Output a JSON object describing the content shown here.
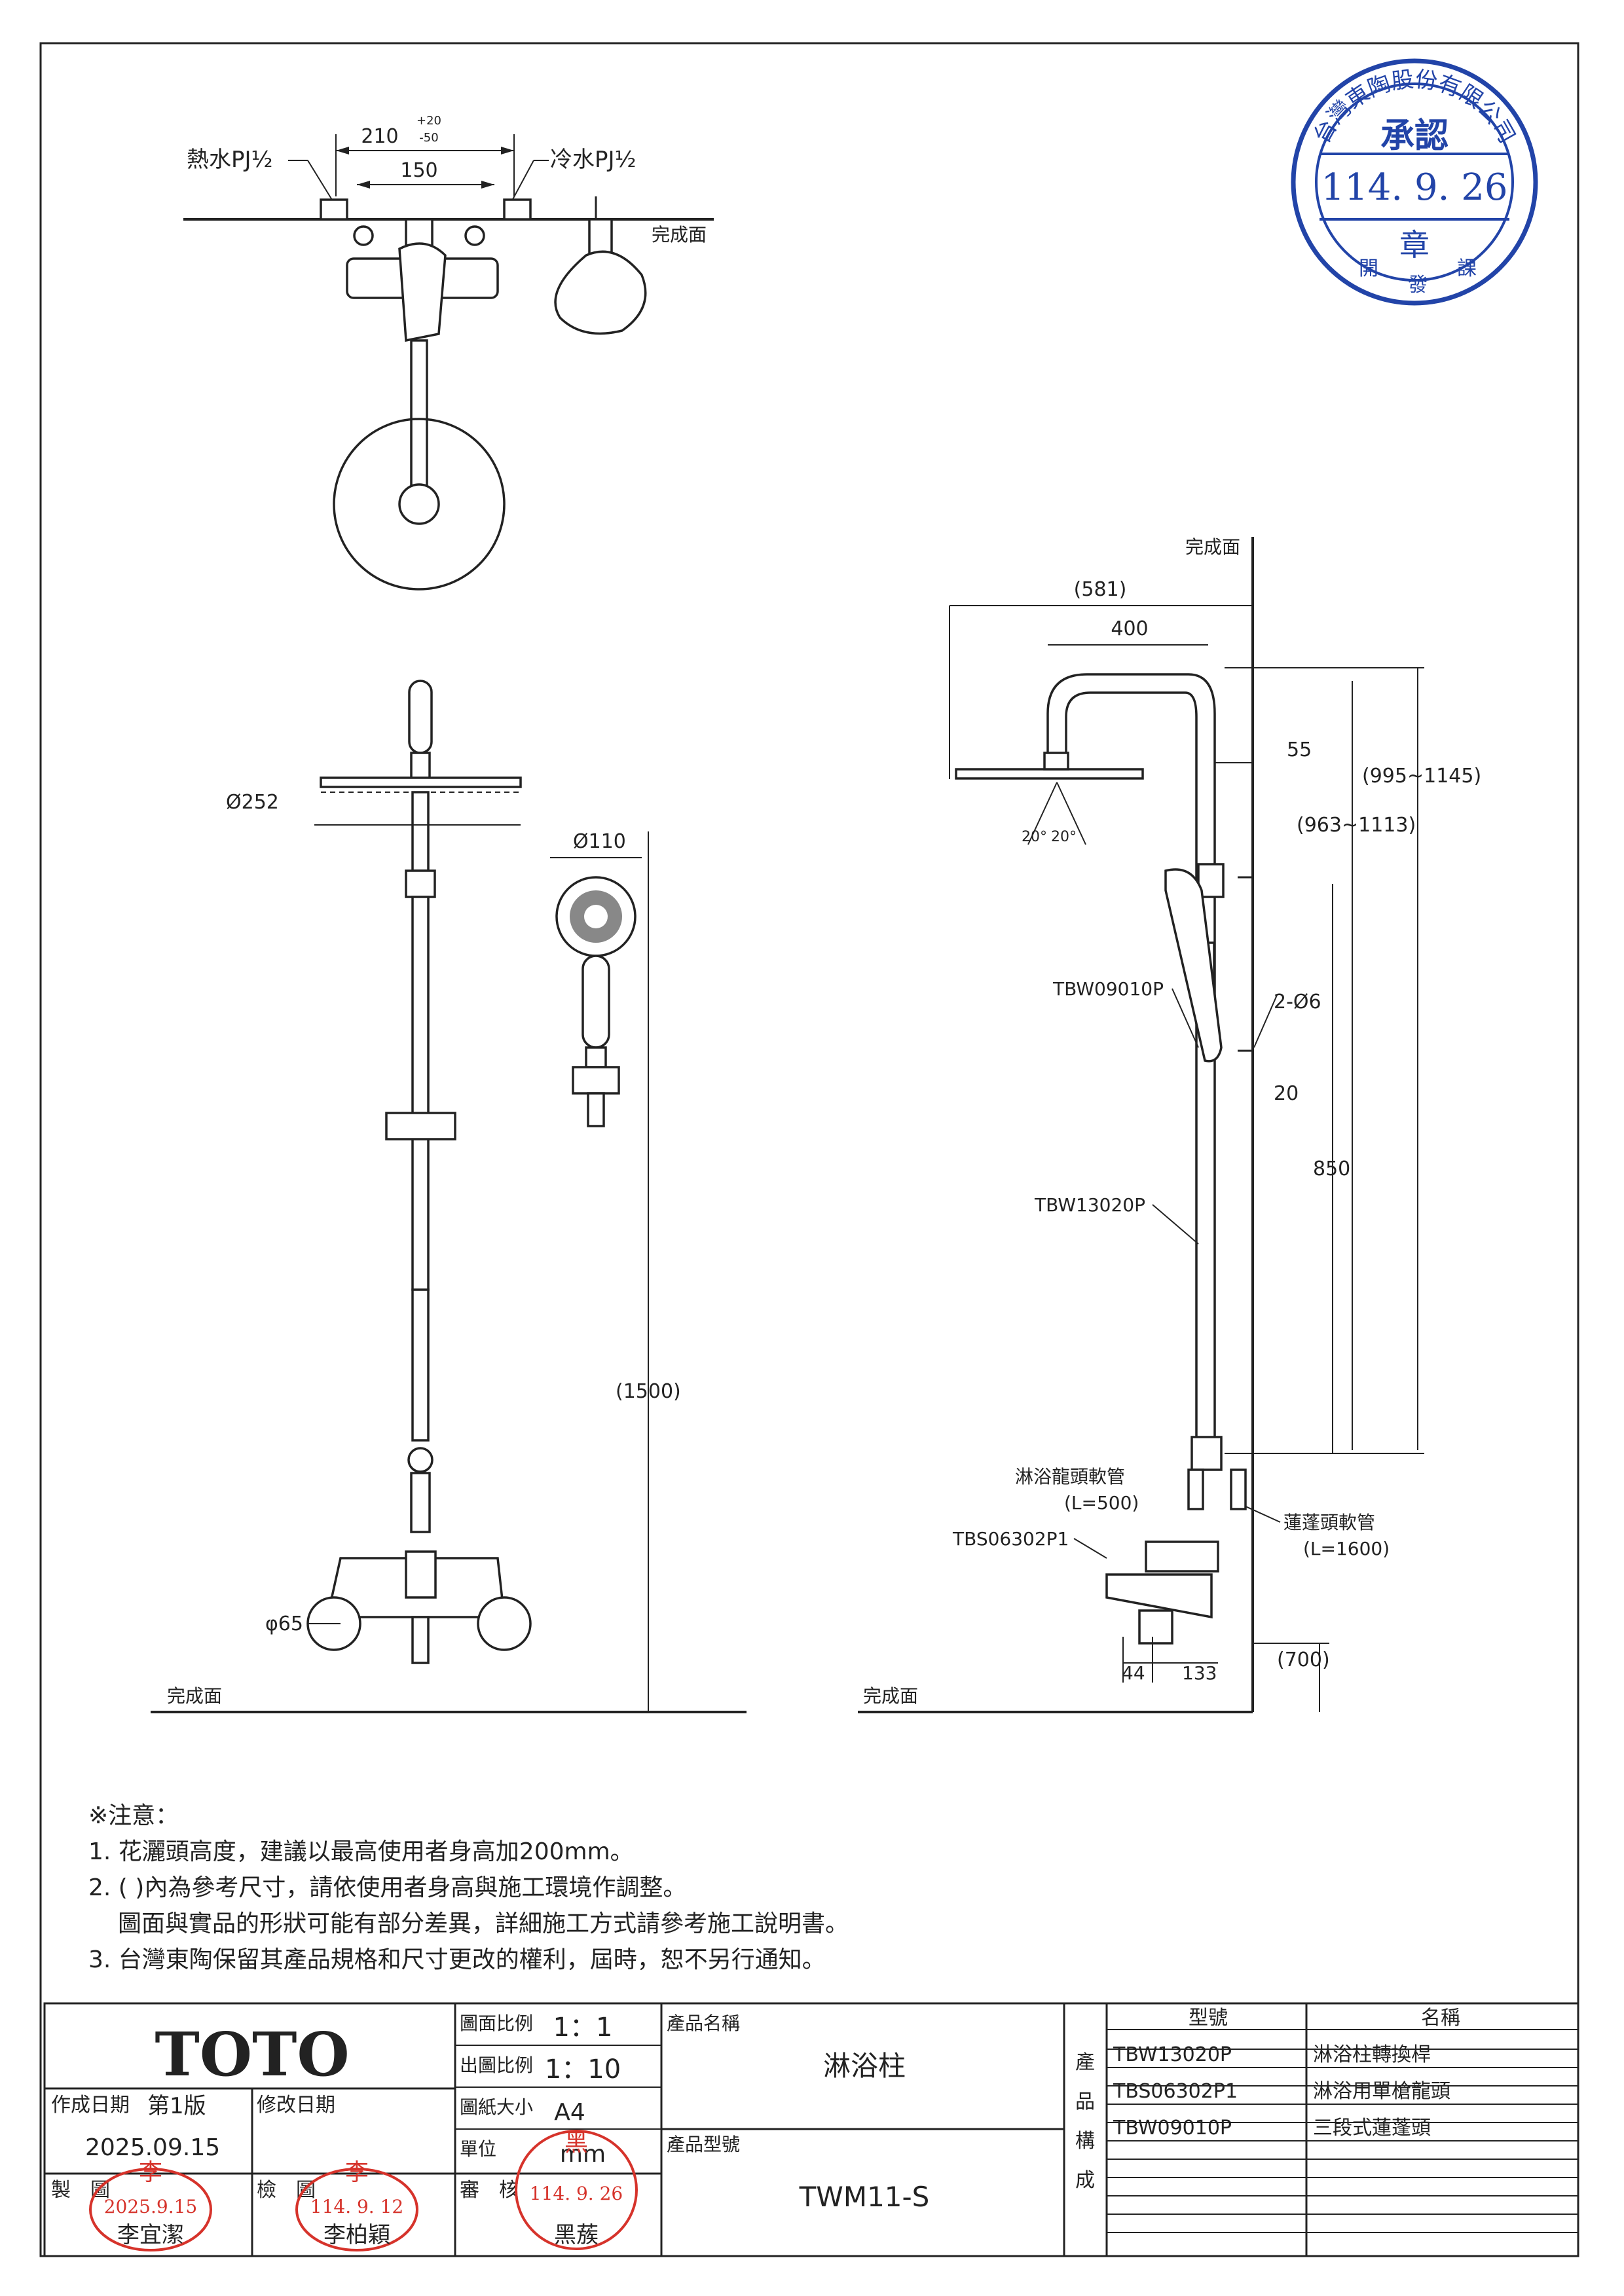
{
  "top_view": {
    "hot_label": "熱水PJ½",
    "cold_label": "冷水PJ½",
    "dim_outer": "210",
    "tol_plus": "+20",
    "tol_minus": "-50",
    "dim_inner": "150",
    "surface": "完成面"
  },
  "front_view": {
    "head_dia": "Ø252",
    "hand_dia": "Ø110",
    "height": "(1500)",
    "foot_dia": "φ65",
    "surface": "完成面"
  },
  "side_view": {
    "surface_top": "完成面",
    "dim_581": "(581)",
    "dim_400": "400",
    "dim_55": "55",
    "dim_995": "(995~1145)",
    "dim_963": "(963~1113)",
    "angle_left": "20°",
    "angle_right": "20°",
    "part_hand": "TBW09010P",
    "holes": "2-Ø6",
    "dim_20": "20",
    "dim_850": "850",
    "part_bar": "TBW13020P",
    "hose1": "淋浴龍頭軟管",
    "hose1_len": "(L=500)",
    "part_valve": "TBS06302P1",
    "hose2": "蓮蓬頭軟管",
    "hose2_len": "(L=1600)",
    "dim_44": "44",
    "dim_133": "133",
    "dim_700": "(700)",
    "surface_bottom": "完成面"
  },
  "notes": {
    "title": "※注意：",
    "line1": "1. 花灑頭高度，建議以最高使用者身高加200mm。",
    "line2": "2. (      )內為參考尺寸，請依使用者身高與施工環境作調整。",
    "line2b": "圖面與實品的形狀可能有部分差異，詳細施工方式請參考施工說明書。",
    "line3": "3. 台灣東陶保留其產品規格和尺寸更改的權利，屆時，恕不另行通知。"
  },
  "approval_stamp": {
    "ring_text": "台灣東陶股份有限公司",
    "title": "承認",
    "date": "114. 9. 26",
    "seal": "章",
    "dept_left": "開",
    "dept_right": "發",
    "dept_mid": "課"
  },
  "title_block": {
    "logo": "TOTO",
    "created_label": "作成日期",
    "version": "第1版",
    "created_date": "2025.09.15",
    "revised_label": "修改日期",
    "drawn_label": "製　圖",
    "checked_label": "檢　圖",
    "approved_label": "審　核",
    "scale_label": "圖面比例",
    "scale": "1：1",
    "print_scale_label": "出圖比例",
    "print_scale": "1：10",
    "paper_label": "圖紙大小",
    "paper": "A4",
    "unit_label": "單位",
    "unit": "mm",
    "product_name_label": "產品名稱",
    "product_name": "淋浴柱",
    "product_model_label": "產品型號",
    "product_model": "TWM11-S",
    "composition_label": [
      "產",
      "品",
      "構",
      "成"
    ],
    "parts_header_model": "型號",
    "parts_header_name": "名稱",
    "parts": [
      {
        "model": "TBW13020P",
        "name": "淋浴柱轉換桿"
      },
      {
        "model": "TBS06302P1",
        "name": "淋浴用單槍龍頭"
      },
      {
        "model": "TBW09010P",
        "name": "三段式蓮蓬頭"
      }
    ]
  },
  "signatures": {
    "drawn_stamp_name": "李",
    "drawn_stamp_date": "2025.9.15",
    "drawn_by": "李宜潔",
    "checked_stamp_name": "李",
    "checked_stamp_date": "114. 9. 12",
    "checked_by": "李柏穎",
    "approved_stamp_name": "黑",
    "approved_stamp_date": "114. 9. 26",
    "approved_by": "黑蔟"
  }
}
